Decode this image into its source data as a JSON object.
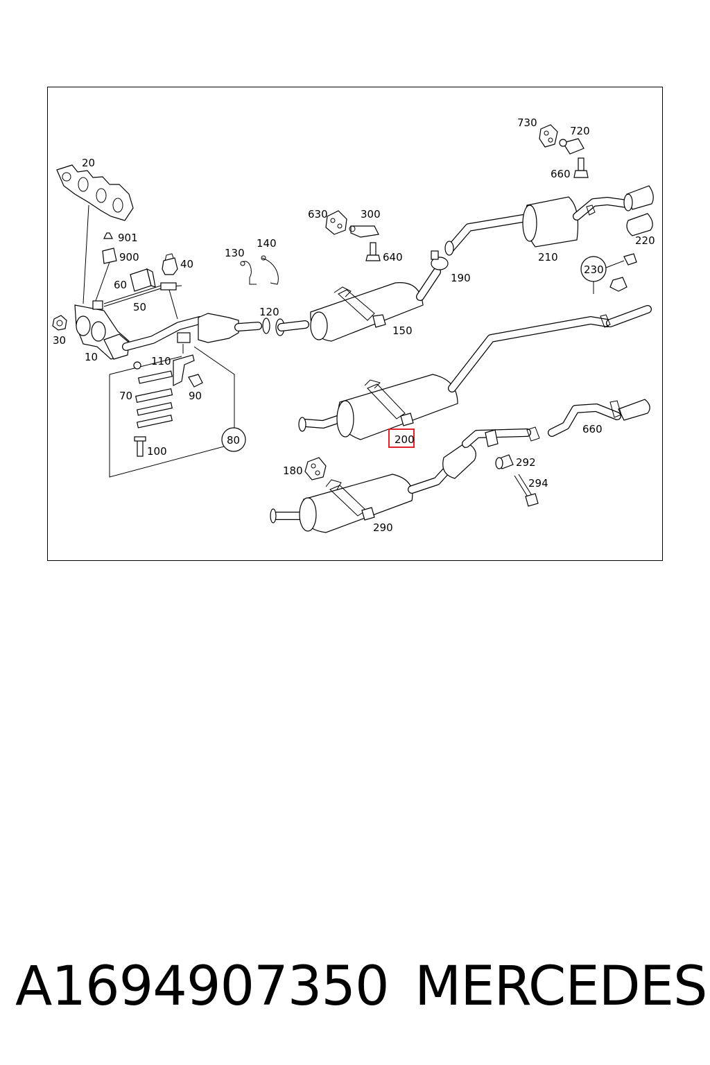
{
  "diagram": {
    "highlighted_callout": "200",
    "highlight_color": "#e0202a",
    "callouts": [
      "10",
      "20",
      "30",
      "40",
      "50",
      "60",
      "70",
      "80",
      "90",
      "100",
      "110",
      "120",
      "130",
      "140",
      "150",
      "180",
      "190",
      "200",
      "210",
      "220",
      "230",
      "290",
      "292",
      "294",
      "300",
      "630",
      "640",
      "660",
      "660",
      "720",
      "730",
      "900",
      "901"
    ]
  },
  "footer": {
    "part_number": "A1694907350",
    "brand": "MERCEDES"
  }
}
